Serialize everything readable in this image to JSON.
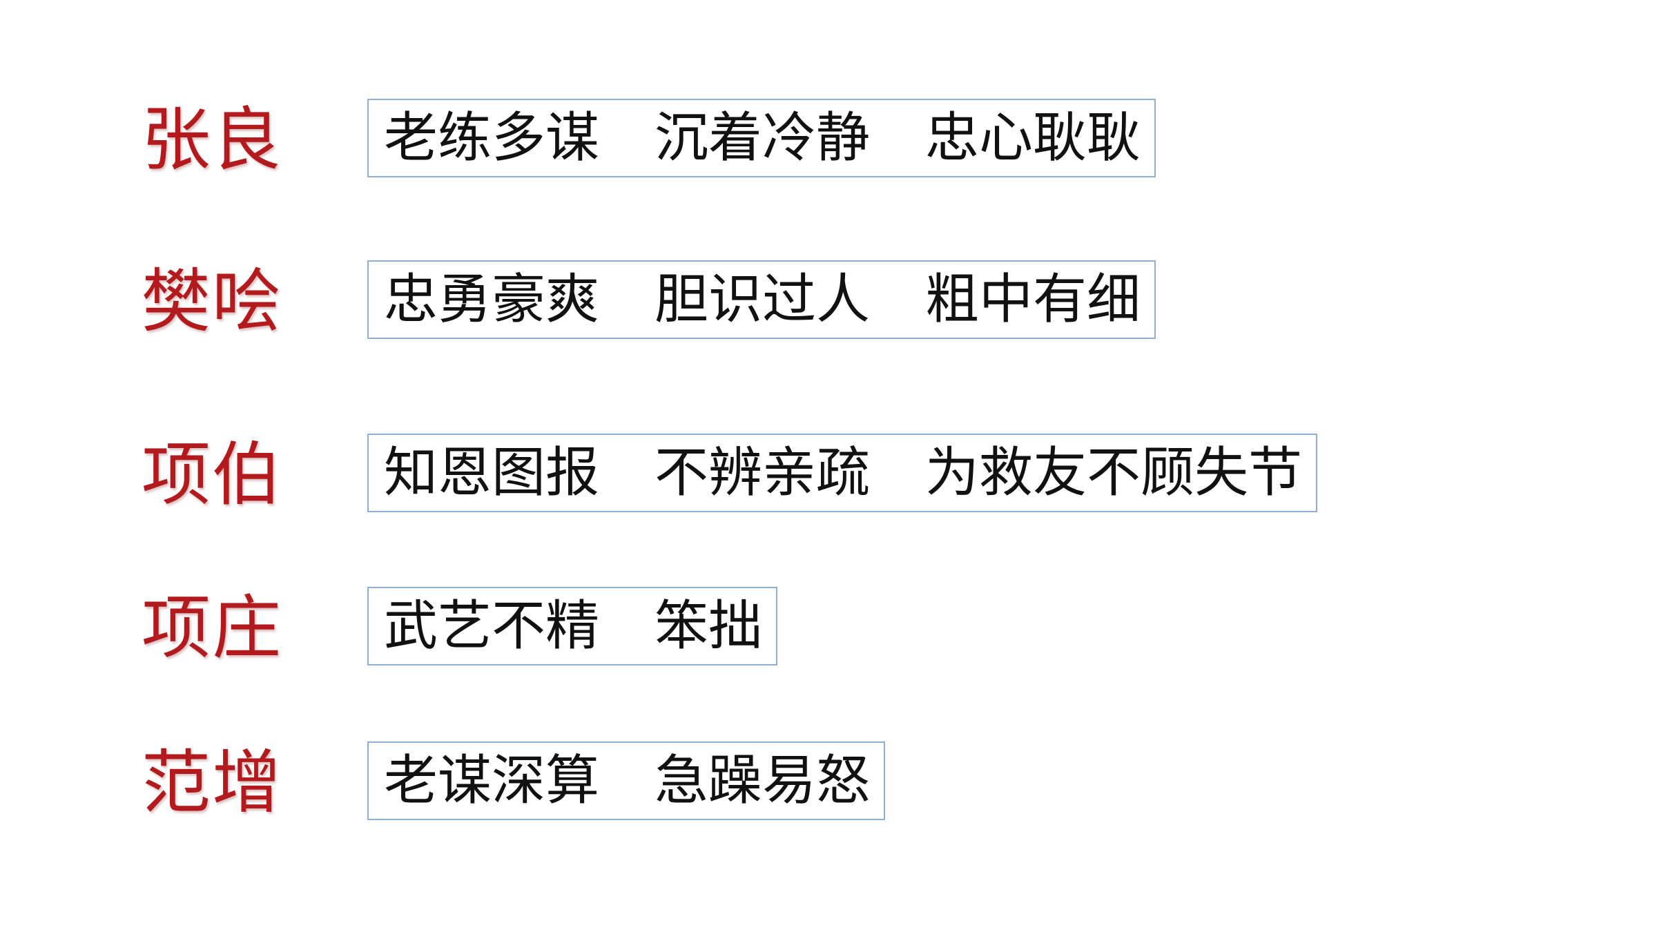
{
  "characters": [
    {
      "name": "张良",
      "traits": [
        "老练多谋",
        "沉着冷静",
        "忠心耿耿"
      ]
    },
    {
      "name": "樊哙",
      "traits": [
        "忠勇豪爽",
        "胆识过人",
        "粗中有细"
      ]
    },
    {
      "name": "项伯",
      "traits": [
        "知恩图报",
        "不辨亲疏",
        "为救友不顾失节"
      ]
    },
    {
      "name": "项庄",
      "traits": [
        "武艺不精",
        "笨拙"
      ]
    },
    {
      "name": "范增",
      "traits": [
        "老谋深算",
        "急躁易怒"
      ]
    }
  ],
  "colors": {
    "name_text": "#b31a1e",
    "box_border": "#8eaed3",
    "trait_text": "#111111",
    "background": "#ffffff"
  }
}
